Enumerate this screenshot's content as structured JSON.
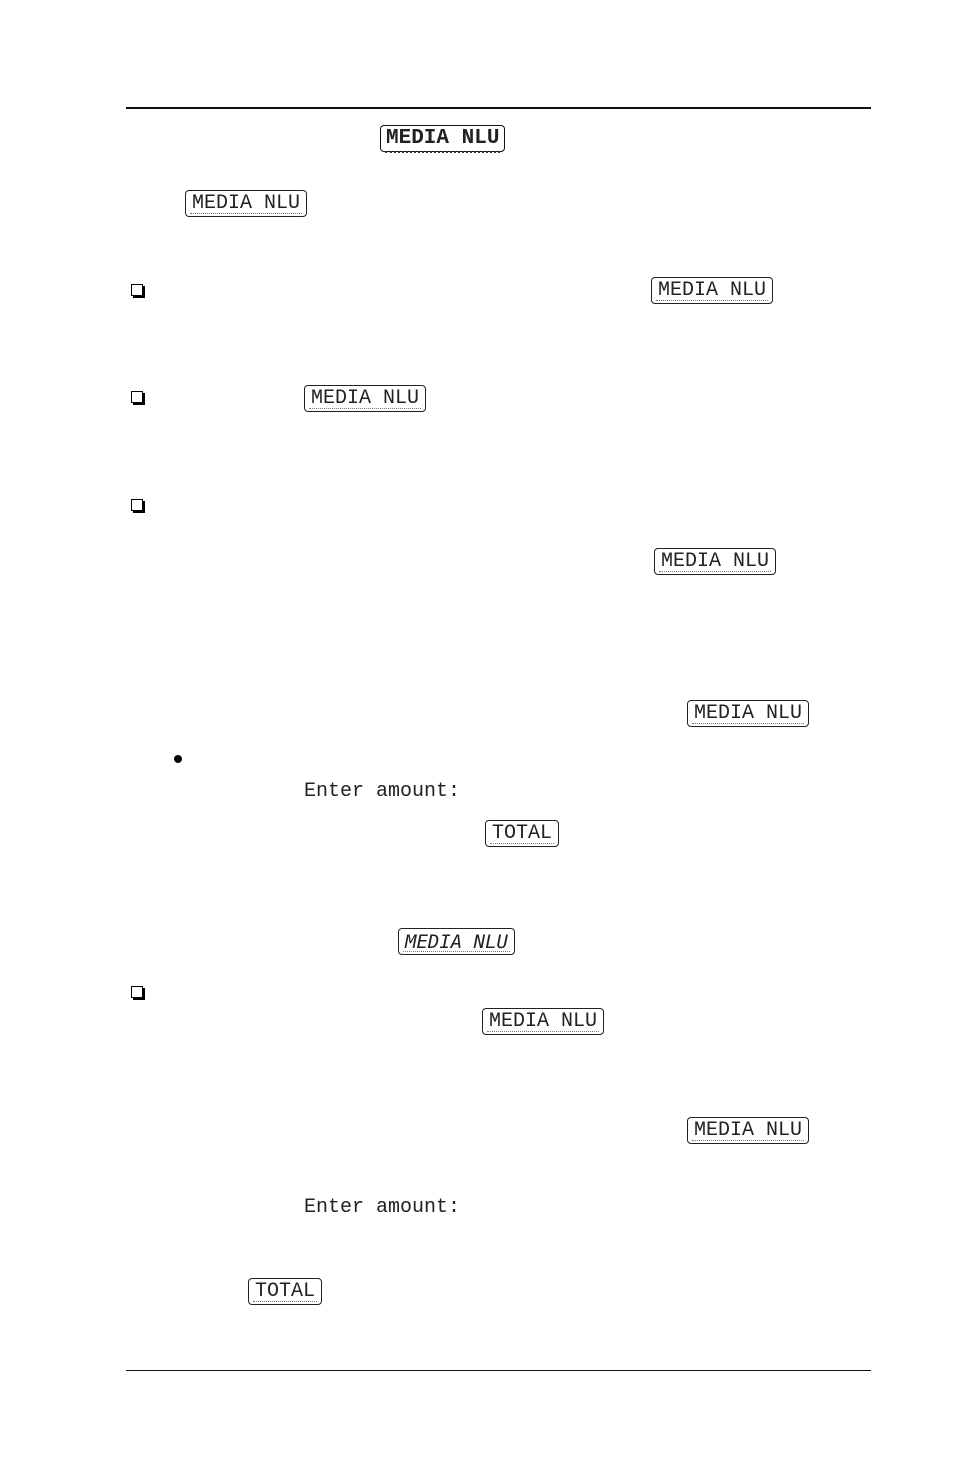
{
  "keys": {
    "media_nlu": "MEDIA NLU",
    "total": "TOTAL"
  },
  "prompts": {
    "enter_amount": "Enter amount:"
  }
}
